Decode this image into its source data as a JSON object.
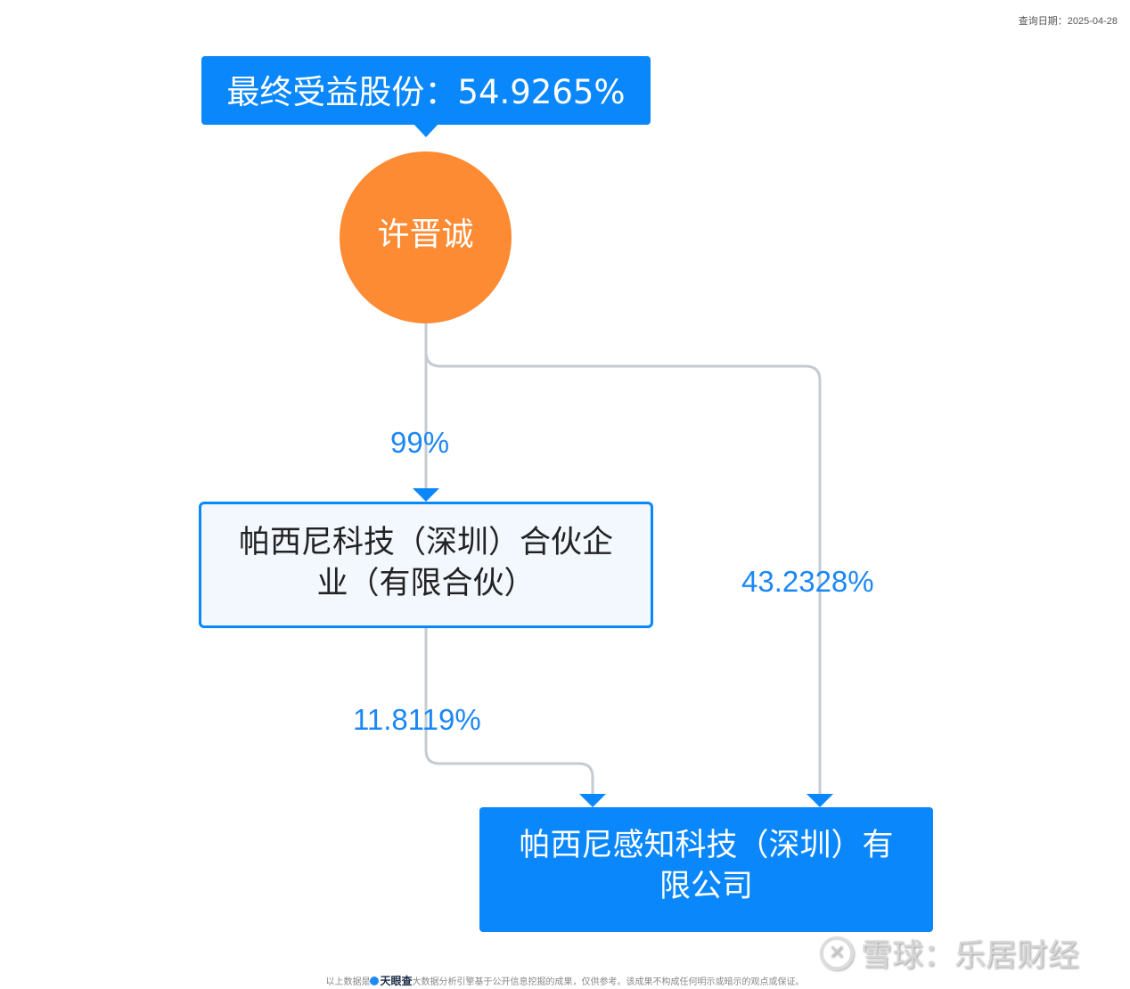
{
  "header": {
    "query_date": "查询日期：2025-04-28"
  },
  "benefit": {
    "label": "最终受益股份：54.9265%"
  },
  "nodes": {
    "person": {
      "name": "许晋诚",
      "color": "#fd8b34"
    },
    "partnership": {
      "name": "帕西尼科技（深圳）合伙企业（有限合伙）",
      "line1": "帕西尼科技（深圳）合伙企",
      "line2": "业（有限合伙）"
    },
    "company": {
      "name": "帕西尼感知科技（深圳）有限公司",
      "line1": "帕西尼感知科技（深圳）有",
      "line2": "限公司"
    }
  },
  "edges": [
    {
      "from": "许晋诚",
      "to": "帕西尼科技（深圳）合伙企业（有限合伙）",
      "label": "99%"
    },
    {
      "from": "许晋诚",
      "to": "帕西尼感知科技（深圳）有限公司",
      "label": "43.2328%"
    },
    {
      "from": "帕西尼科技（深圳）合伙企业（有限合伙）",
      "to": "帕西尼感知科技（深圳）有限公司",
      "label": "11.8119%"
    }
  ],
  "watermark": {
    "logo": "✕",
    "text": "雪球：乐居财经"
  },
  "footer": {
    "prefix": "以上数据是",
    "brand": "天眼查",
    "suffix": "大数据分析引擎基于公开信息挖掘的成果，仅供参考。该成果不构成任何明示或暗示的观点或保证。"
  },
  "colors": {
    "accent": "#0a87fb",
    "person": "#fd8b34",
    "edge": "#c5cbd2",
    "label": "#1c87f5"
  }
}
